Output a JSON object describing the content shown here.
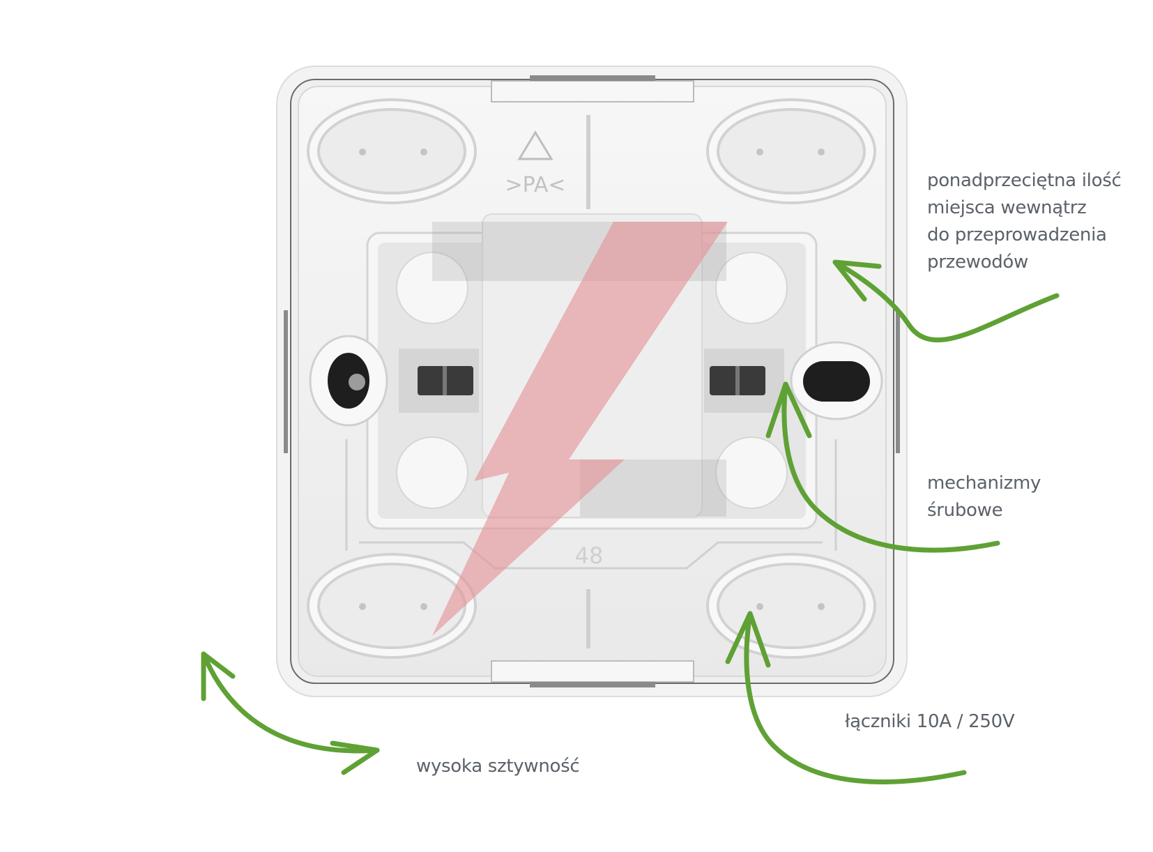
{
  "product": {
    "recycling_mark": ">PA<",
    "dimension_mark": "48"
  },
  "annotations": {
    "space": [
      "ponadprzeciętna ilość",
      "miejsca wewnątrz",
      "do przeprowadzenia",
      "przewodów"
    ],
    "screws": [
      "mechanizmy",
      "śrubowe"
    ],
    "connectors": "łączniki 10A / 250V",
    "rigidity": "wysoka sztywność"
  },
  "colors": {
    "arrow": "#5fa135",
    "bolt": "#e58f96",
    "text": "#5b6168",
    "housing": "#f1f1f1"
  }
}
